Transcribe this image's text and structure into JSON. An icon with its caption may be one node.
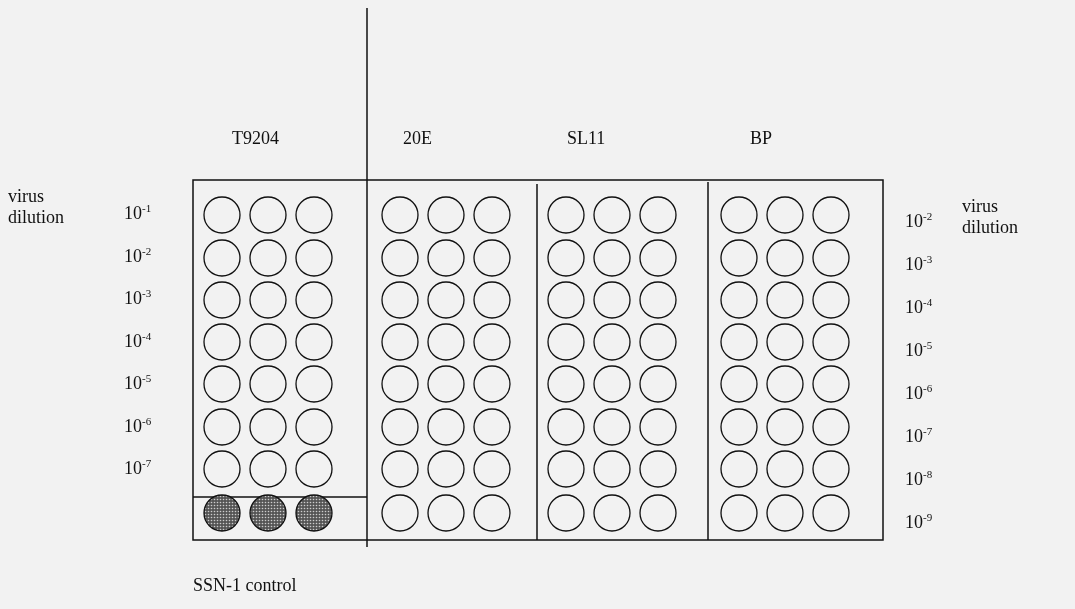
{
  "diagram": {
    "labels": [
      "T9204",
      "20E",
      "SL11",
      "BP",
      "virus dilution",
      "10$^{-1}$",
      "10$^{-2}$",
      "10$^{-3}$",
      "10$^{-4}$",
      "10$^{-5}$",
      "10$^{-6}$",
      "10$^{-7}$",
      "10$^{-2}$",
      "10$^{-3}$",
      "10$^{-4}$",
      "10$^{-5}$",
      "10$^{-6}$",
      "10$^{-7}$",
      "10$^{-8}$",
      "10$^{-9}$",
      "virus dilution",
      "SSN-1 control"
    ]
  }
}
